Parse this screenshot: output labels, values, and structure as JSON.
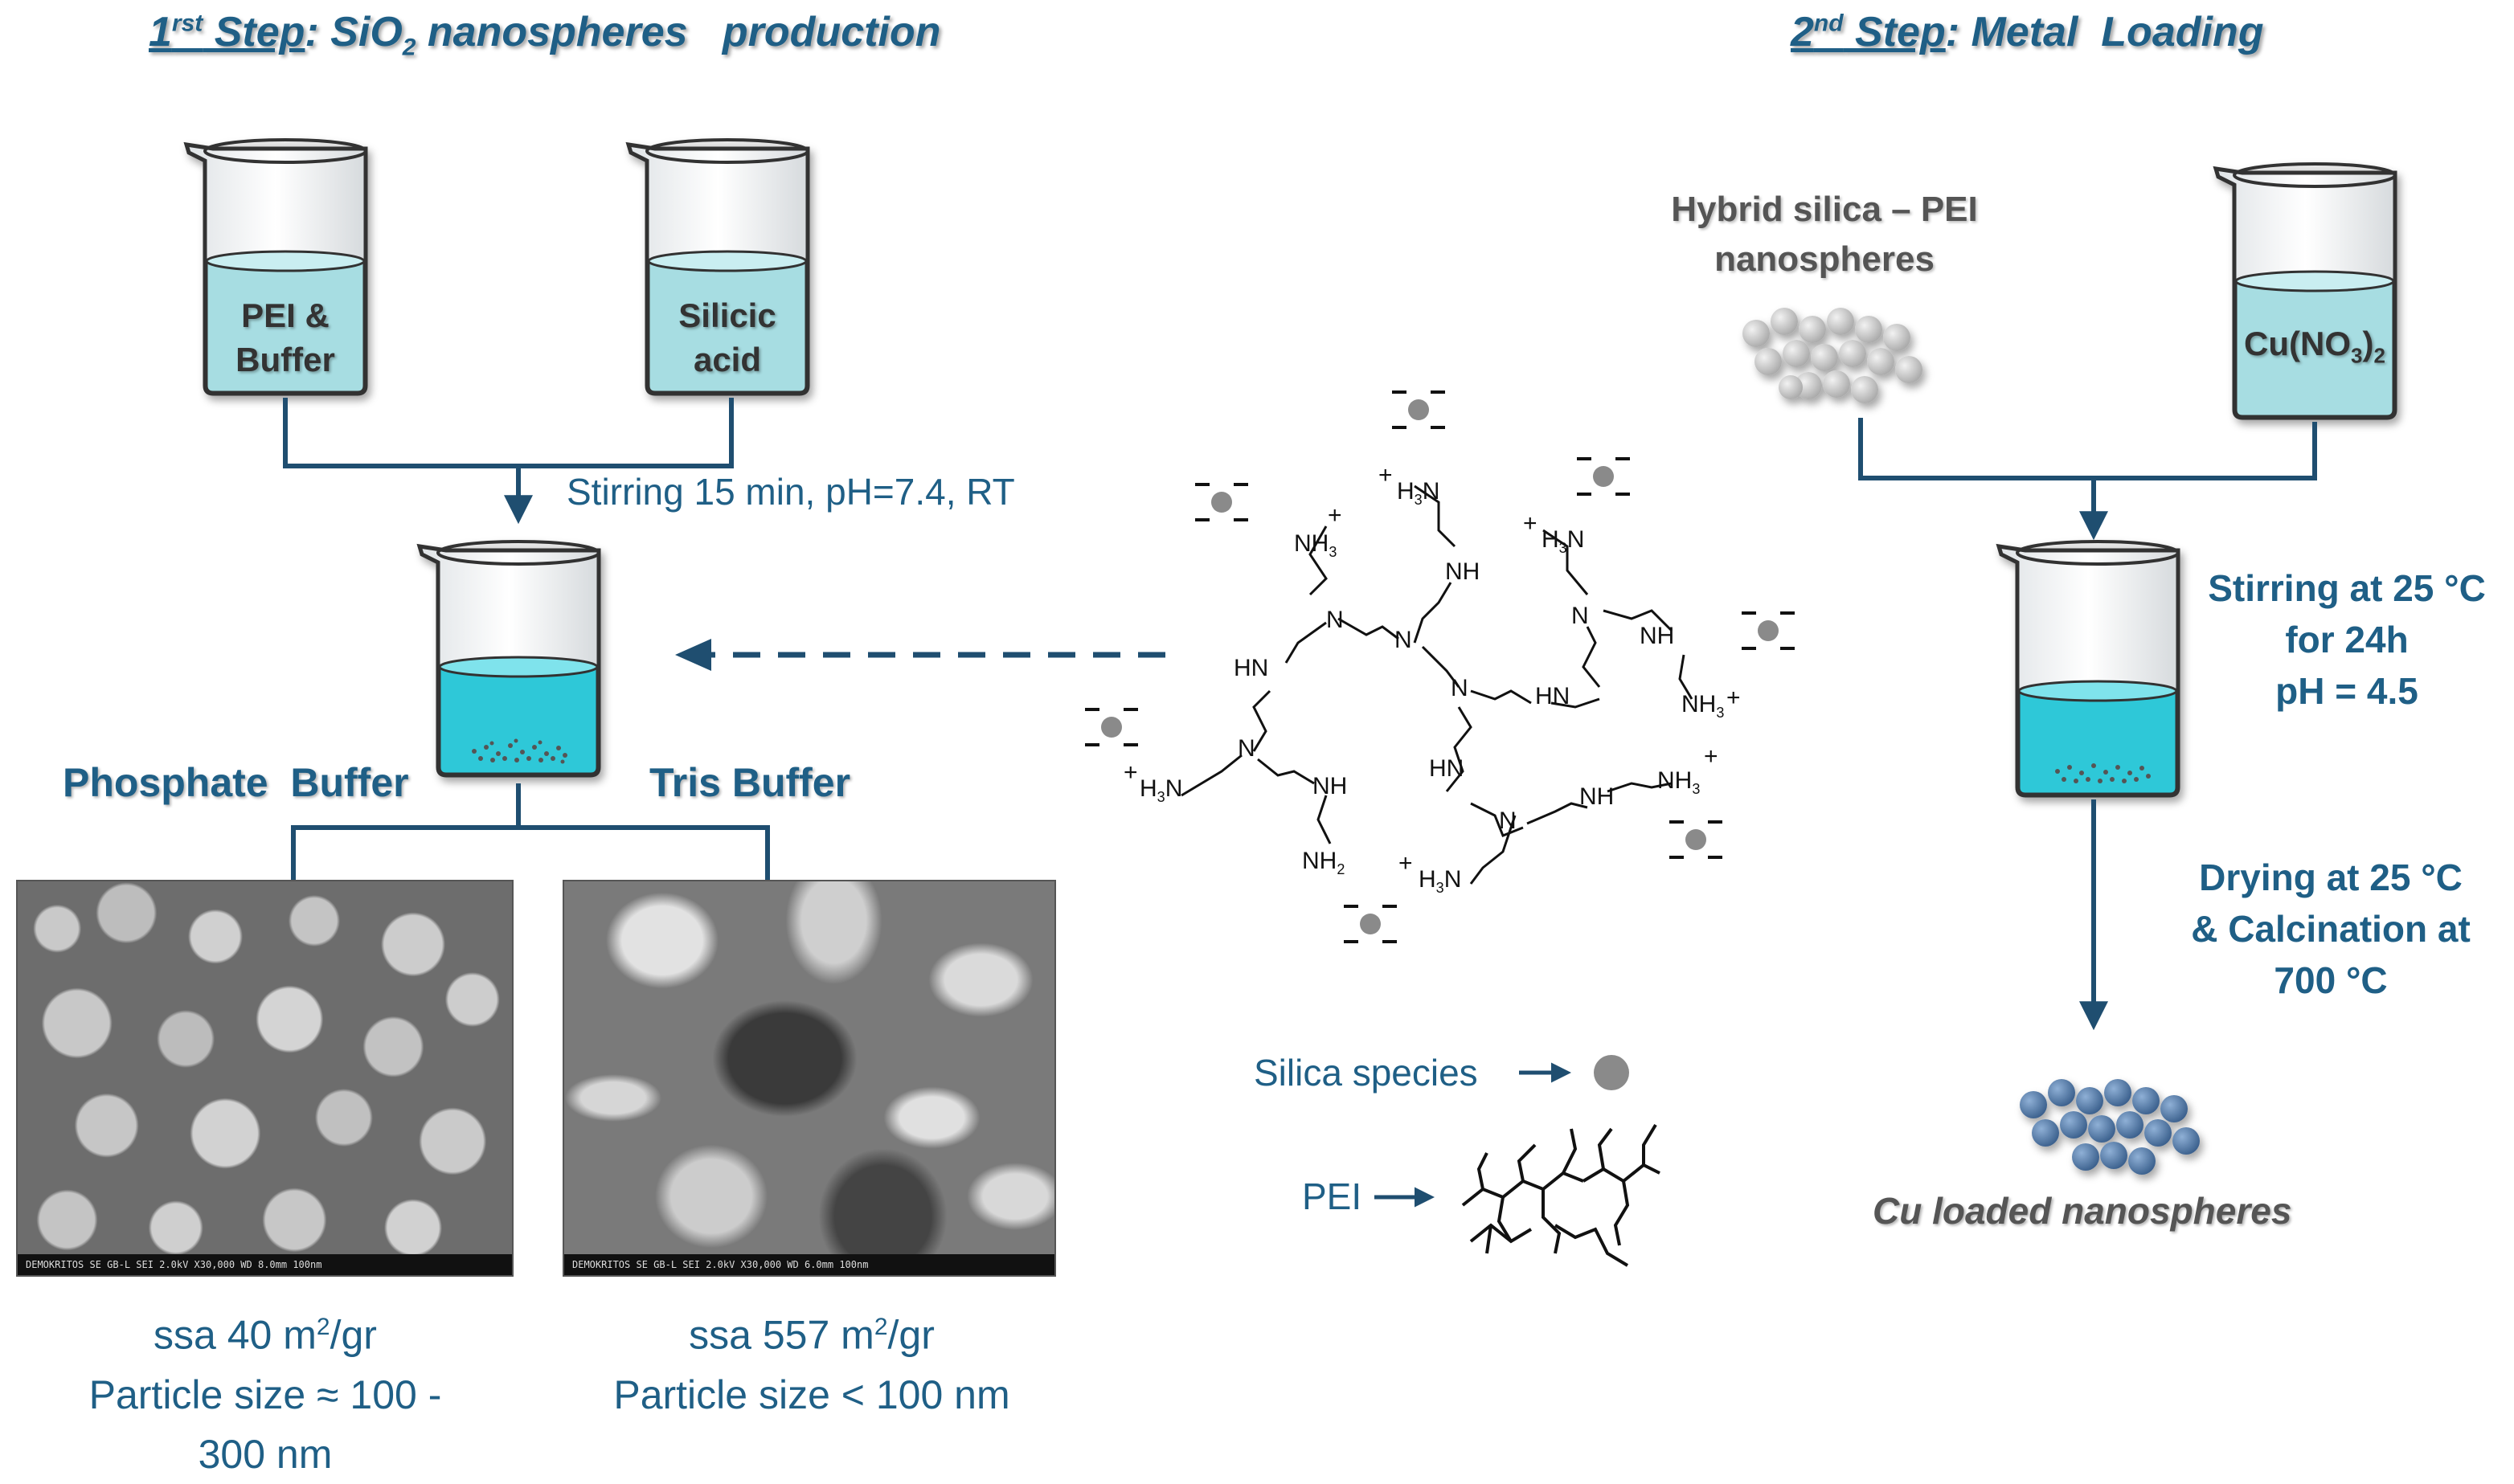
{
  "step1": {
    "prefix": "1",
    "sup": "rst",
    "word": " Step",
    "rest": ": SiO",
    "sub": "2",
    "tail": " nanospheres   production"
  },
  "step2": {
    "prefix": "2",
    "sup": "nd",
    "word": " Step",
    "rest": ": Metal  Loading"
  },
  "beakers": {
    "pei_buffer": [
      "PEI &",
      "Buffer"
    ],
    "silicic_acid": [
      "Silicic",
      "acid"
    ],
    "cu": {
      "a": "Cu(NO",
      "sub1": "3",
      "b": ")",
      "sub2": "2"
    }
  },
  "conditions": {
    "stirring1": "Stirring 15 min, pH=7.4, RT",
    "stirring2": [
      "Stirring at 25 °C",
      "for 24h",
      "pH = 4.5"
    ],
    "drying": [
      "Drying at 25 °C",
      "& Calcination at",
      "700 °C"
    ]
  },
  "buffers": {
    "phosphate": "Phosphate  Buffer",
    "tris": "Tris Buffer"
  },
  "sem": {
    "left_caption": "DEMOKRITOS  SE  GB-L  SEI  2.0kV  X30,000  WD 8.0mm  100nm",
    "right_caption": "DEMOKRITOS  SE  GB-L  SEI  2.0kV  X30,000  WD 6.0mm  100nm"
  },
  "results": {
    "phosphate": {
      "ssa_a": "ssa 40 m",
      "ssa_sup": "2",
      "ssa_b": "/gr",
      "size1": "Particle size ≈ 100 -",
      "size2": "300 nm"
    },
    "tris": {
      "ssa_a": "ssa 557 m",
      "ssa_sup": "2",
      "ssa_b": "/gr",
      "size1": "Particle size < 100 nm"
    }
  },
  "hybrid": [
    "Hybrid silica – PEI",
    "nanospheres"
  ],
  "cu_loaded": "Cu loaded nanospheres",
  "legend": {
    "silica": "Silica species",
    "pei": "PEI"
  },
  "molecule_labels": {
    "nh": "NH",
    "hn": "HN",
    "n": "N",
    "h3n": "H",
    "nh2": "NH",
    "plus": "+",
    "minus": "-"
  },
  "colors": {
    "title": "#1f5f86",
    "arrow": "#1f4e70",
    "liquid_pale": "#a7dde2",
    "liquid_cyan": "#2fc8d8",
    "silica_dot": "#8a8a8a",
    "cu_sphere": "#4a6f9c"
  }
}
